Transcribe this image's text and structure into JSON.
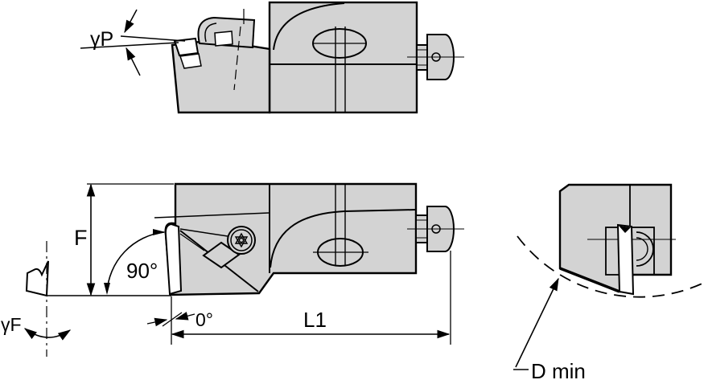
{
  "drawing": {
    "type": "technical-drawing-toolholder",
    "views": {
      "top": {
        "labels": {
          "rake_angle_p": "γP"
        }
      },
      "front": {
        "labels": {
          "height": "F",
          "lead_angle": "90°",
          "inclination": "0°",
          "length": "L1",
          "rake_angle_f": "γF"
        }
      },
      "side": {
        "labels": {
          "min_bore_diameter": "D min"
        }
      }
    },
    "colors": {
      "body_fill": "#d3d3d3",
      "line": "#000000",
      "insert_fill": "#ffffff",
      "background": "#ffffff"
    }
  }
}
